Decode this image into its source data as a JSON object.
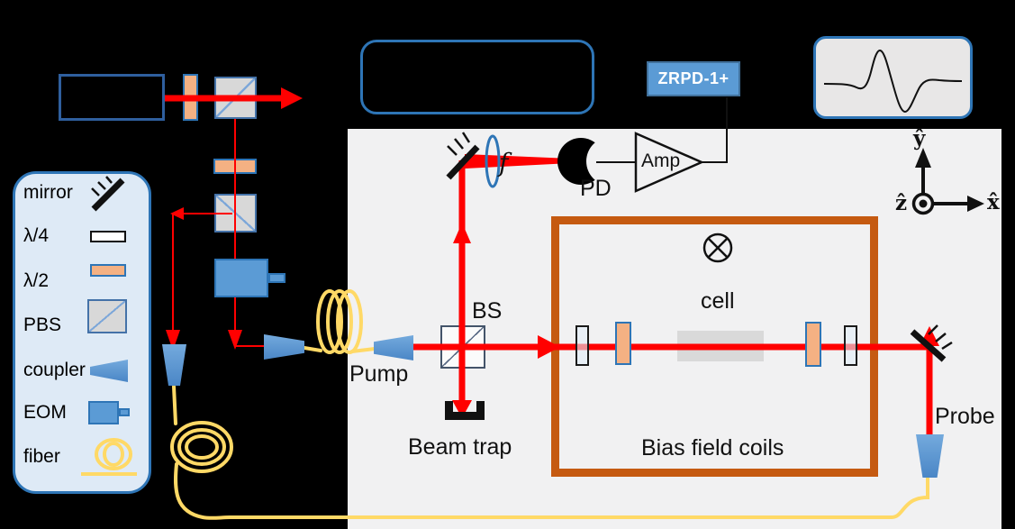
{
  "diagram": {
    "type": "optical-experiment-schematic",
    "labels": {
      "bs": "BS",
      "pump": "Pump",
      "beam_trap": "Beam trap",
      "cell": "cell",
      "bias_coils": "Bias field coils",
      "probe": "Probe",
      "pd": "PD",
      "amp": "Amp",
      "lens_focal": "f",
      "zrpd": "ZRPD-1+"
    },
    "axes": {
      "x": "x̂",
      "y": "ŷ",
      "z": "ẑ"
    },
    "legend": {
      "items": [
        {
          "label": "mirror",
          "icon": "mirror-icon"
        },
        {
          "label": "λ/4",
          "icon": "quarter-waveplate-icon"
        },
        {
          "label": "λ/2",
          "icon": "half-waveplate-icon"
        },
        {
          "label": "PBS",
          "icon": "pbs-icon"
        },
        {
          "label": "coupler",
          "icon": "coupler-icon"
        },
        {
          "label": "EOM",
          "icon": "eom-icon"
        },
        {
          "label": "fiber",
          "icon": "fiber-icon"
        }
      ]
    },
    "colors": {
      "background": "#000000",
      "panel_bg": "#f1f1f2",
      "beam_red": "#ff0000",
      "fiber_yellow": "#ffd966",
      "coil_brown": "#c55a11",
      "component_blue": "#5b9bd5",
      "waveplate_orange": "#f4b183",
      "border_blue": "#2e75b6",
      "legend_bg": "#deeaf6",
      "cell_gray": "#d9d9d9"
    }
  }
}
